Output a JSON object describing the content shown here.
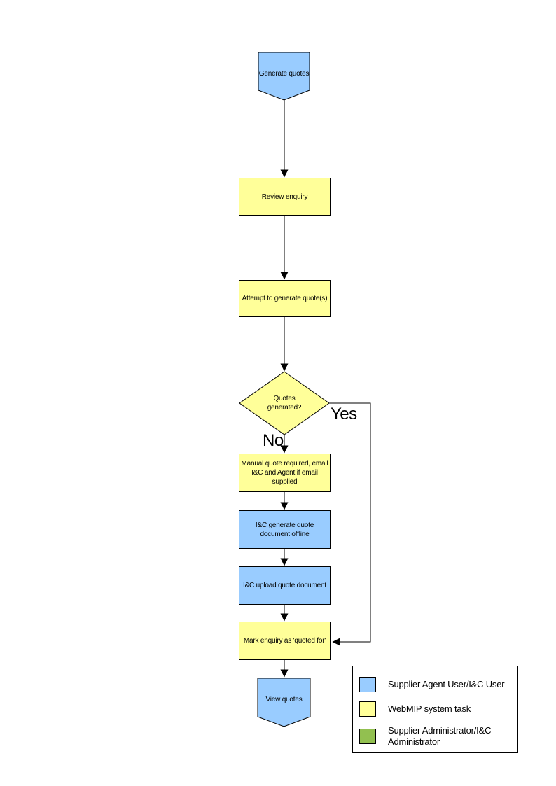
{
  "colors": {
    "user_task_fill": "#99CCFF",
    "system_task_fill": "#FFFF99",
    "admin_fill": "#92C050",
    "outline": "#000000"
  },
  "flowchart": {
    "start_label": "Generate quotes",
    "review_label": "Review enquiry",
    "attempt_label": "Attempt to generate quote(s)",
    "decision_label": "Quotes generated?",
    "yes_label": "Yes",
    "no_label": "No",
    "manual_label": "Manual quote required, email I&C and Agent if email supplied",
    "offline_label": "I&C generate quote document offline",
    "upload_label": "I&C upload quote document",
    "mark_label": "Mark enquiry as 'quoted for'",
    "end_label": "View quotes"
  },
  "legend": {
    "items": [
      {
        "label": "Supplier Agent User/I&C User",
        "color": "#99CCFF"
      },
      {
        "label": "WebMIP system task",
        "color": "#FFFF99"
      },
      {
        "label": "Supplier Administrator/I&C Administrator",
        "color": "#92C050"
      }
    ]
  }
}
